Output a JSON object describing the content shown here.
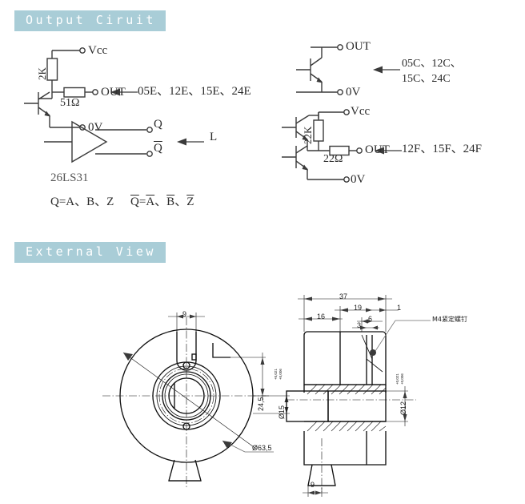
{
  "sections": {
    "output_circuit": {
      "title": "Output Ciruit"
    },
    "external_view": {
      "title": "External View"
    }
  },
  "circuits": {
    "open_collector_e": {
      "name": "open-collector-with-pullup",
      "vcc_label": "Vcc",
      "out_label": "OUT",
      "gnd_label": "0V",
      "pullup_resistor": "2K",
      "series_resistor": "51Ω",
      "model_codes": "05E、12E、15E、24E"
    },
    "npn_open_collector_c": {
      "name": "npn-open-collector",
      "out_label": "OUT",
      "gnd_label": "0V",
      "model_codes_line1": "05C、12C、",
      "model_codes_line2": "15C、24C"
    },
    "push_pull_f": {
      "name": "push-pull-totem-pole",
      "vcc_label": "Vcc",
      "out_label": "OUT",
      "gnd_label": "0V",
      "base_resistor": "22K",
      "series_resistor": "22Ω",
      "model_codes": "12F、15F、24F"
    },
    "line_driver_l": {
      "name": "differential-line-driver",
      "chip": "26LS31",
      "out_q": "Q",
      "out_qbar": "Q",
      "model_code": "L",
      "equation_q": "Q=A、B、Z",
      "equation_qbar_prefix": "Q",
      "equation_qbar": "=A、B、Z"
    }
  },
  "drawing": {
    "front_view": {
      "name": "front-view",
      "slot_width": "9",
      "vertical_offset": "24,5",
      "bore_diameter": "Ø15",
      "bore_tol_upper": "+0,021",
      "bore_tol_lower": "+0,006",
      "outer_diameter": "Ø63,5"
    },
    "side_view": {
      "name": "side-view",
      "total_length": "37",
      "body_length": "19",
      "flange_length": "16",
      "step_small": "1",
      "screw_offset": "6",
      "screw_width": "3",
      "set_screw_label": "M4紧定螺钉",
      "shaft_diameter": "Ø12",
      "shaft_tol_upper": "+0,021",
      "shaft_tol_lower": "+0,006",
      "cable_boot_width": "9"
    }
  },
  "colors": {
    "header_background": "#a9cdd7",
    "header_text": "#ffffff",
    "line": "#3a3a3a",
    "drawing_line": "#111111",
    "page_background": "#ffffff"
  }
}
